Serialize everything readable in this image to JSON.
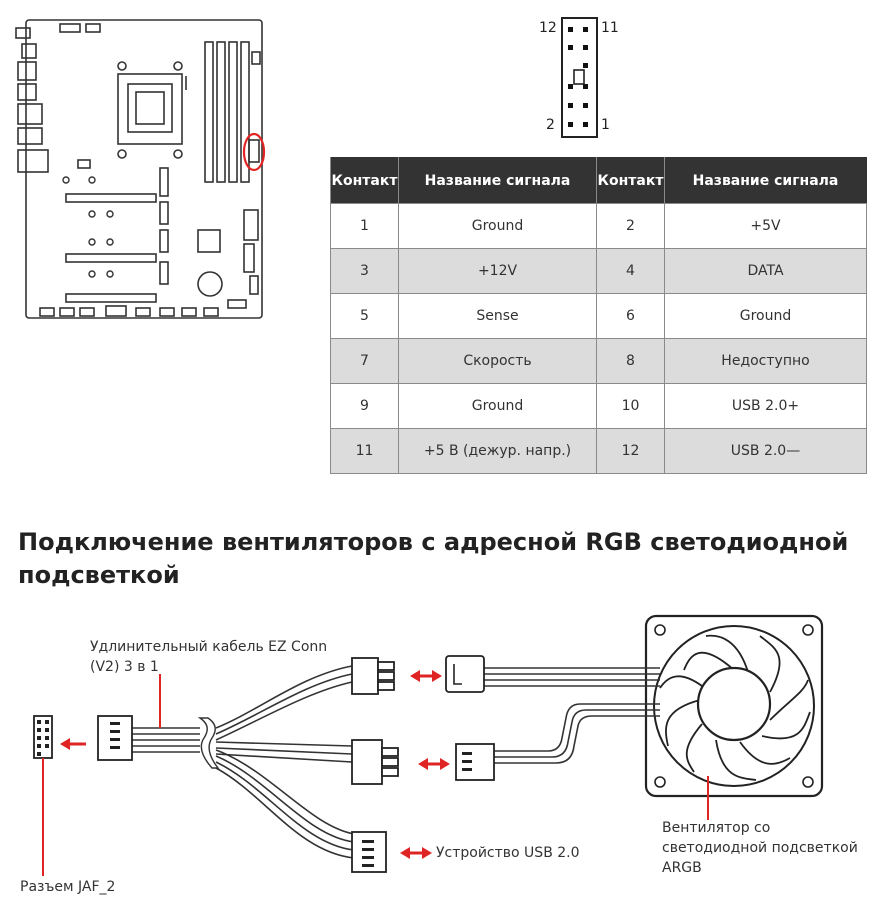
{
  "header_pins": {
    "top_left": "12",
    "top_right": "11",
    "bottom_left": "2",
    "bottom_right": "1"
  },
  "table": {
    "headers": [
      "Контакт",
      "Название сигнала",
      "Контакт",
      "Название сигнала"
    ],
    "rows": [
      [
        "1",
        "Ground",
        "2",
        "+5V"
      ],
      [
        "3",
        "+12V",
        "4",
        "DATA"
      ],
      [
        "5",
        "Sense",
        "6",
        "Ground"
      ],
      [
        "7",
        "Скорость",
        "8",
        "Недоступно"
      ],
      [
        "9",
        "Ground",
        "10",
        "USB 2.0+"
      ],
      [
        "11",
        "+5 В (дежур. напр.)",
        "12",
        "USB 2.0—"
      ]
    ]
  },
  "section_title": "Подключение вентиляторов с адресной RGB светодиодной подсветкой",
  "labels": {
    "cable_line1": "Удлинительный кабель EZ Conn",
    "cable_line2": "(V2) 3 в 1",
    "jaf": "Разъем JAF_2",
    "usb_device": "Устройство USB 2.0",
    "fan_line1": "Вентилятор со",
    "fan_line2": "светодиодной подсветкой",
    "fan_line3": "ARGB"
  },
  "colors": {
    "accent_red": "#e02424",
    "header_bg": "#333333",
    "row_shade": "#dcdcdc"
  }
}
